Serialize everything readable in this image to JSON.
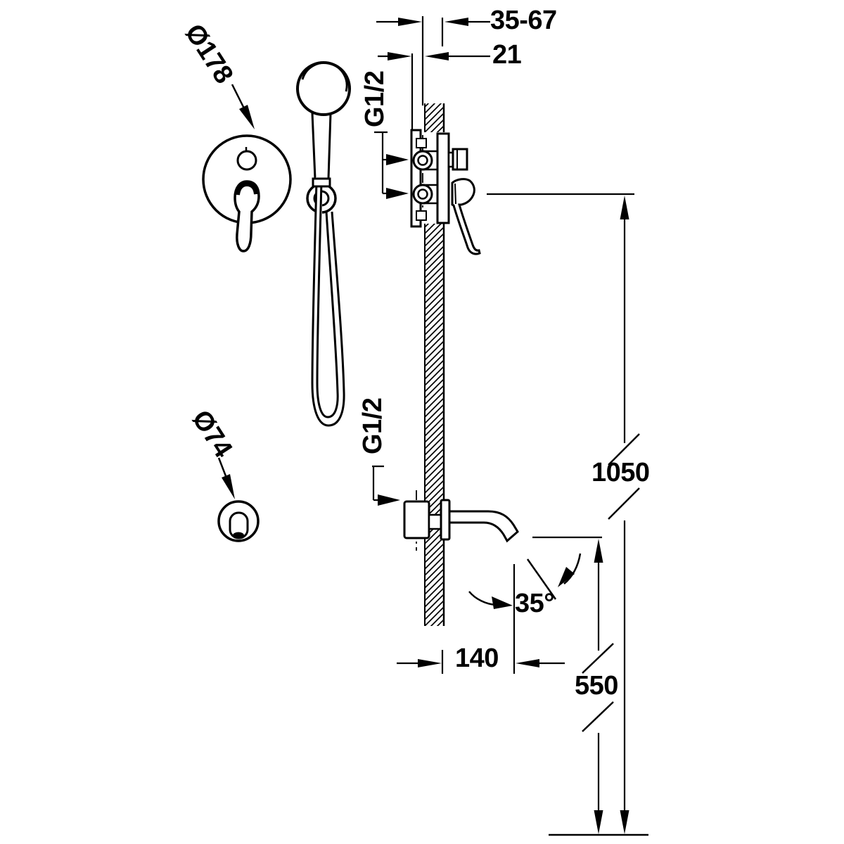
{
  "diagram": {
    "background": "#ffffff",
    "line_color": "#000000",
    "labels": {
      "depth_range": "35-67",
      "plate_offset": "21",
      "valve_thread": "G1/2",
      "spout_thread": "G1/2",
      "plate_diameter": "Ø178",
      "spout_flange_diameter": "Ø74",
      "valve_height": "1050",
      "spout_height": "550",
      "spout_reach": "140",
      "spout_angle": "35°"
    }
  }
}
